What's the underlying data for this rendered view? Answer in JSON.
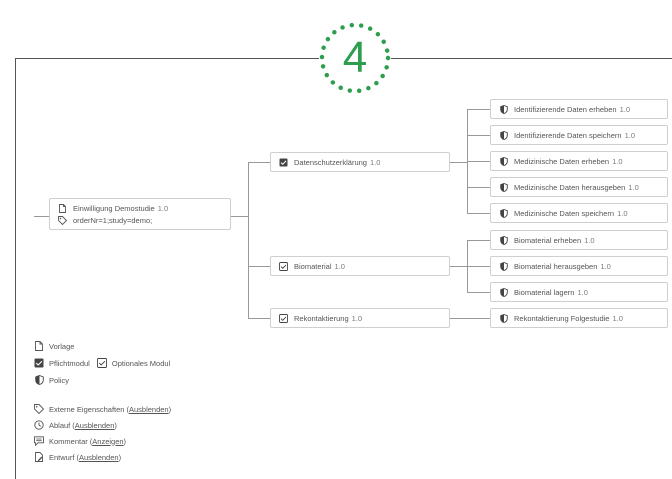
{
  "step_badge": {
    "number": "4",
    "color": "#2e9e4e"
  },
  "root": {
    "title": "Einwilligung Demostudie",
    "version": "1.0",
    "properties": "orderNr=1;study=demo;"
  },
  "modules": [
    {
      "label": "Datenschutzerklärung",
      "version": "1.0",
      "kind": "pflicht",
      "policies": [
        {
          "label": "Identifizierende Daten erheben",
          "version": "1.0"
        },
        {
          "label": "Identifizierende Daten speichern",
          "version": "1.0"
        },
        {
          "label": "Medizinische Daten erheben",
          "version": "1.0"
        },
        {
          "label": "Medizinische Daten herausgeben",
          "version": "1.0"
        },
        {
          "label": "Medizinische Daten speichern",
          "version": "1.0"
        }
      ]
    },
    {
      "label": "Biomaterial",
      "version": "1.0",
      "kind": "optional",
      "policies": [
        {
          "label": "Biomaterial erheben",
          "version": "1.0"
        },
        {
          "label": "Biomaterial herausgeben",
          "version": "1.0"
        },
        {
          "label": "Biomaterial lagern",
          "version": "1.0"
        }
      ]
    },
    {
      "label": "Rekontaktierung",
      "version": "1.0",
      "kind": "optional",
      "policies": [
        {
          "label": "Rekontaktierung Folgestudie",
          "version": "1.0"
        }
      ]
    }
  ],
  "legend": {
    "vorlage": "Vorlage",
    "pflichtmodul": "Pflichtmodul",
    "optionales_modul": "Optionales Modul",
    "policy": "Policy",
    "externe": {
      "label": "Externe Eigenschaften",
      "action": "Ausblenden"
    },
    "ablauf": {
      "label": "Ablauf",
      "action": "Ausblenden"
    },
    "kommentar": {
      "label": "Kommentar",
      "action": "Anzeigen"
    },
    "entwurf": {
      "label": "Entwurf",
      "action": "Ausblenden"
    }
  }
}
